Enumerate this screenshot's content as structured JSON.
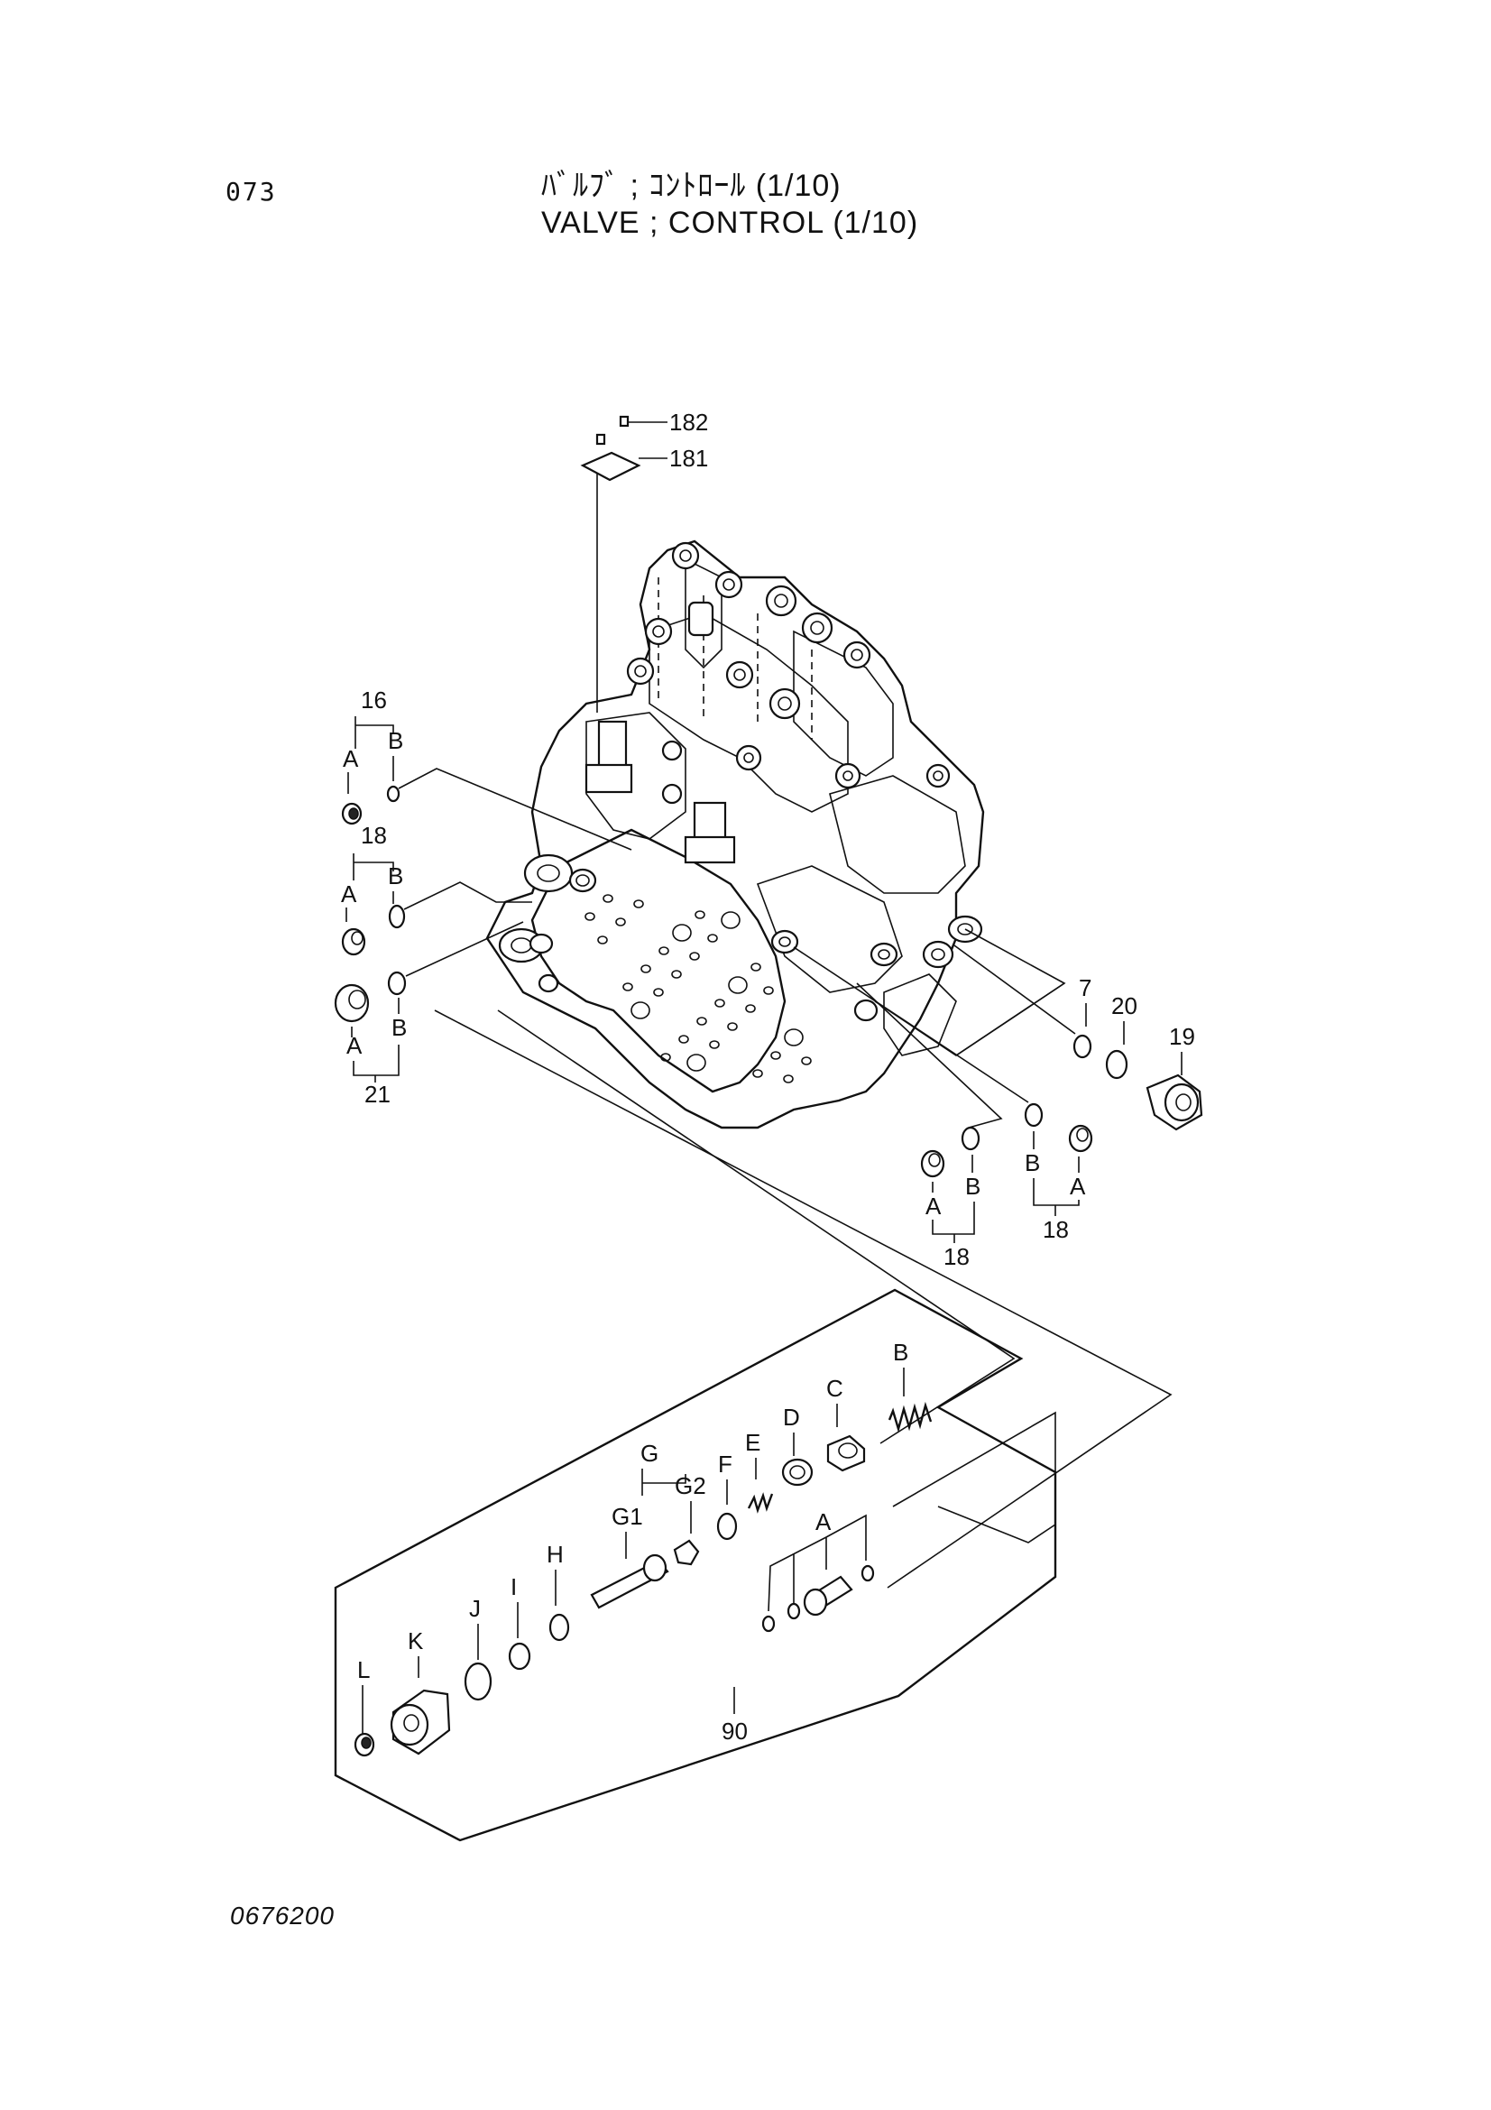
{
  "header": {
    "page_number": "073",
    "title_jp": "ﾊﾞﾙﾌﾞ ; ｺﾝﾄﾛｰﾙ (1/10)",
    "title_en": "VALVE ; CONTROL (1/10)"
  },
  "footer": {
    "drawing_code": "0676200"
  },
  "callouts": {
    "p182": "182",
    "p181": "181",
    "p16": "16",
    "p16_a": "A",
    "p16_b": "B",
    "p18_left": "18",
    "p18_left_a": "A",
    "p18_left_b": "B",
    "p21": "21",
    "p21_a": "A",
    "p21_b": "B",
    "p7": "7",
    "p20": "20",
    "p19": "19",
    "p18_mid": "18",
    "p18_mid_a": "A",
    "p18_mid_b": "B",
    "p18_right": "18",
    "p18_right_a": "A",
    "p18_right_b": "B",
    "p90": "90",
    "sub_B": "B",
    "sub_C": "C",
    "sub_D": "D",
    "sub_E": "E",
    "sub_F": "F",
    "sub_G": "G",
    "sub_G1": "G1",
    "sub_G2": "G2",
    "sub_H": "H",
    "sub_I": "I",
    "sub_J": "J",
    "sub_K": "K",
    "sub_L": "L",
    "sub_A": "A"
  }
}
